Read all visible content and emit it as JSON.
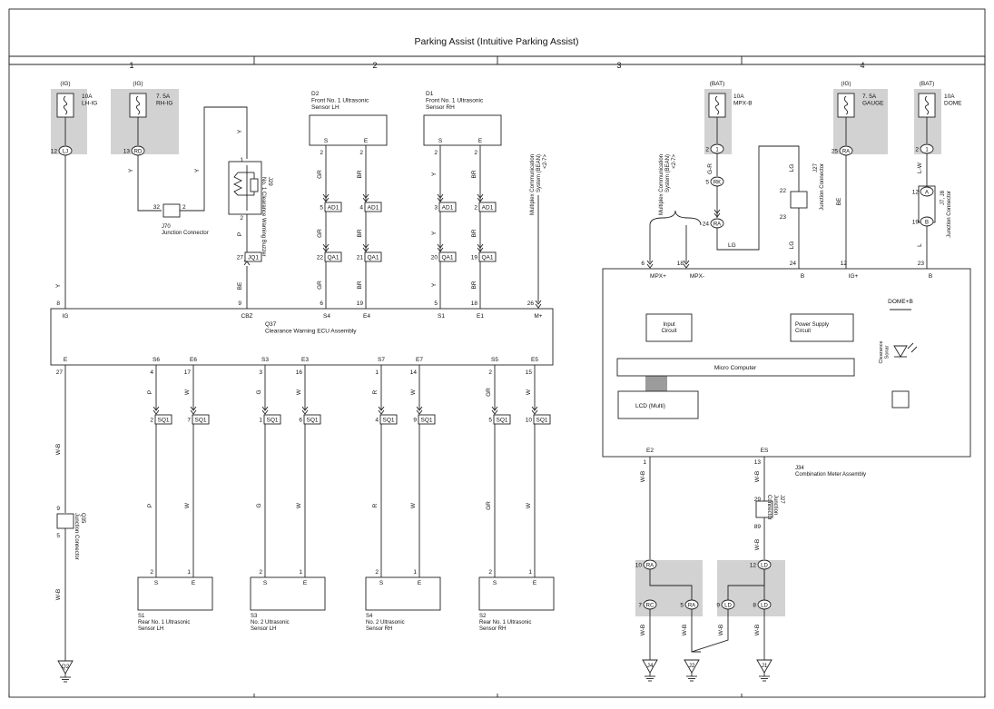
{
  "title": "Parking Assist (Intuitive Parking Assist)",
  "columns": [
    "1",
    "2",
    "3",
    "4"
  ],
  "fuses": {
    "f1": {
      "source": "(IG)",
      "label": "10A\nLH-IG",
      "conn": "LJ",
      "pin": "12"
    },
    "f2": {
      "source": "(IG)",
      "label": "7. 5A\nRH-IG",
      "conn": "RD",
      "pin": "13"
    },
    "f3": {
      "source": "(BAT)",
      "label": "10A\nMPX-B",
      "conn": "1",
      "pin": "2"
    },
    "f4": {
      "source": "(IG)",
      "label": "7. 5A\nGAUGE",
      "conn": "RA",
      "pin": "25"
    },
    "f5": {
      "source": "(BAT)",
      "label": "10A\nDOME",
      "conn": "1",
      "pin": "2"
    }
  },
  "components": {
    "j70": "J70\nJunction Connector",
    "j29": "J29\nNo. 1 Clearance Warning Buzzer",
    "d2": "D2\nFront No. 1 Ultrasonic\nSensor LH",
    "d1": "D1\nFront No. 1 Ultrasonic\nSensor RH",
    "q37": "Q37\nClearance Warning ECU Assembly",
    "q35": "Q35\nJunction Connector",
    "s1": "S1\nRear No. 1 Ultrasonic\nSensor LH",
    "s3": "S3\nNo. 2 Ultrasonic\nSensor LH",
    "s4": "S4\nNo. 2 Ultrasonic\nSensor RH",
    "s2": "S2\nRear No. 1 Ultrasonic\nSensor RH",
    "j34": "J34\nCombination Meter Assembly",
    "j27a": "J27\nJunction Connector",
    "j27b": "J27\nJunction\nConnector",
    "j7": "J7, J8\nJunction Connector",
    "mpx1": "Multiplex Communication\nSystem (BEAN)\n<2-7>",
    "mpx2": "Multiplex Communication\nSystem (BEAN)\n<2-7>",
    "input": "Input\nCircuit",
    "power": "Power Supply\nCircuit",
    "micro": "Micro Computer",
    "lcd": "LCD (Multi)",
    "dome": "DOME+B",
    "clearance": "Clearance\nSonar"
  },
  "ecu_pins": {
    "labels": [
      "IG",
      "CBZ",
      "S4",
      "E4",
      "S1",
      "E1",
      "M+",
      "E",
      "S6",
      "E6",
      "S3",
      "E3",
      "S7",
      "E7",
      "S5",
      "E5"
    ],
    "numbers": [
      "8",
      "9",
      "6",
      "19",
      "5",
      "18",
      "26",
      "27",
      "4",
      "17",
      "3",
      "16",
      "1",
      "14",
      "2",
      "15"
    ]
  },
  "meter_pins": {
    "labels": [
      "MPX+",
      "MPX-",
      "B",
      "IG+",
      "B",
      "E2",
      "ES"
    ],
    "numbers": [
      "6",
      "18",
      "24",
      "12",
      "23",
      "1",
      "13"
    ]
  },
  "connectors": [
    "J70",
    "AD1",
    "QA1",
    "SQ1",
    "RK",
    "RA",
    "RC",
    "LD",
    "LJ",
    "RD"
  ],
  "wire_colors": [
    "Y",
    "P",
    "BE",
    "GR",
    "BR",
    "W",
    "G",
    "R",
    "W-B",
    "G-R",
    "LG",
    "L-W",
    "L"
  ],
  "grounds": [
    "Q2",
    "J4",
    "J2",
    "J1"
  ]
}
